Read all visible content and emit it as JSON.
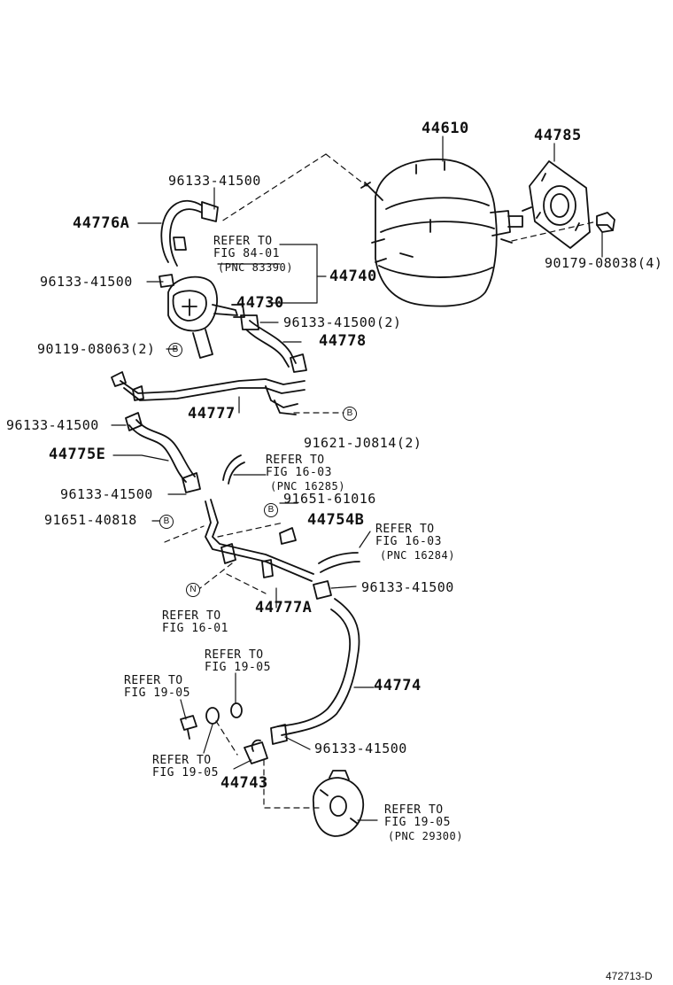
{
  "parts": {
    "p44610": "44610",
    "p44785": "44785",
    "p90179_08038": "90179-08038(4)",
    "p96133_41500_a": "96133-41500",
    "p44776A": "44776A",
    "p96133_41500_b": "96133-41500",
    "p44740": "44740",
    "p44730": "44730",
    "p96133_41500_2": "96133-41500(2)",
    "p90119_08063": "90119-08063(2)",
    "p44778": "44778",
    "p44777": "44777",
    "p96133_41500_c": "96133-41500",
    "p91621_j0814": "91621-J0814(2)",
    "p44775E": "44775E",
    "p96133_41500_d": "96133-41500",
    "p91651_61016": "91651-61016",
    "p91651_40818": "91651-40818",
    "p44754B": "44754B",
    "p96133_41500_e": "96133-41500",
    "p44777A": "44777A",
    "p44774": "44774",
    "p96133_41500_f": "96133-41500",
    "p44743": "44743"
  },
  "refs": {
    "r1": {
      "line1": "REFER TO",
      "line2": "FIG 84-01",
      "line3": "(PNC 83390)"
    },
    "r2": {
      "line1": "REFER TO",
      "line2": "FIG 16-03",
      "line3": "(PNC 16285)"
    },
    "r3": {
      "line1": "REFER TO",
      "line2": "FIG 16-03",
      "line3": "(PNC 16284)"
    },
    "r4": {
      "line1": "REFER TO",
      "line2": "FIG 16-01"
    },
    "r5": {
      "line1": "REFER TO",
      "line2": "FIG 19-05"
    },
    "r6": {
      "line1": "REFER TO",
      "line2": "FIG 19-05"
    },
    "r7": {
      "line1": "REFER TO",
      "line2": "FIG 19-05"
    },
    "r8": {
      "line1": "REFER TO",
      "line2": "FIG 19-05",
      "line3": "(PNC 29300)"
    }
  },
  "markers": {
    "b": "B",
    "n": "N"
  },
  "footer": {
    "code": "472713-D"
  }
}
